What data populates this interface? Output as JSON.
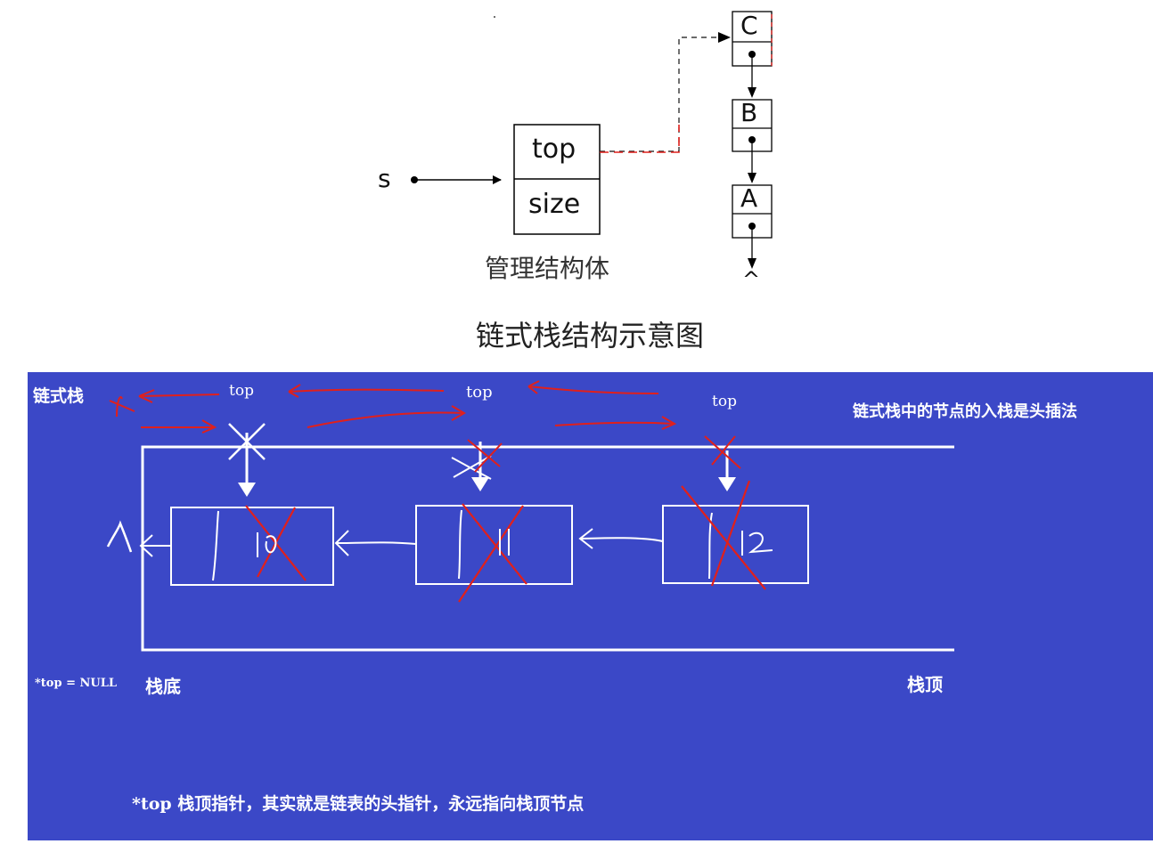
{
  "top_diagram": {
    "pointer_label": "s",
    "struct_fields": [
      "top",
      "size"
    ],
    "struct_caption": "管理结构体",
    "nodes": [
      "C",
      "B",
      "A"
    ],
    "null_symbol": "^",
    "title": "链式栈结构示意图"
  },
  "bottom_diagram": {
    "corner_label": "链式栈",
    "top_labels": [
      "top",
      "top",
      "top"
    ],
    "note_right": "链式栈中的节点的入栈是头插法",
    "null_left": "^",
    "node_values": [
      "10",
      "11",
      "12"
    ],
    "bottom_left_code": "*top = NULL",
    "bottom_left_label": "栈底",
    "bottom_right_label": "栈顶",
    "footer_note": "*top 栈顶指针，其实就是链表的头指针，永远指向栈顶节点"
  },
  "colors": {
    "panel_bg": "#3b48c7",
    "red_mark": "#e0201c",
    "white": "#ffffff"
  }
}
